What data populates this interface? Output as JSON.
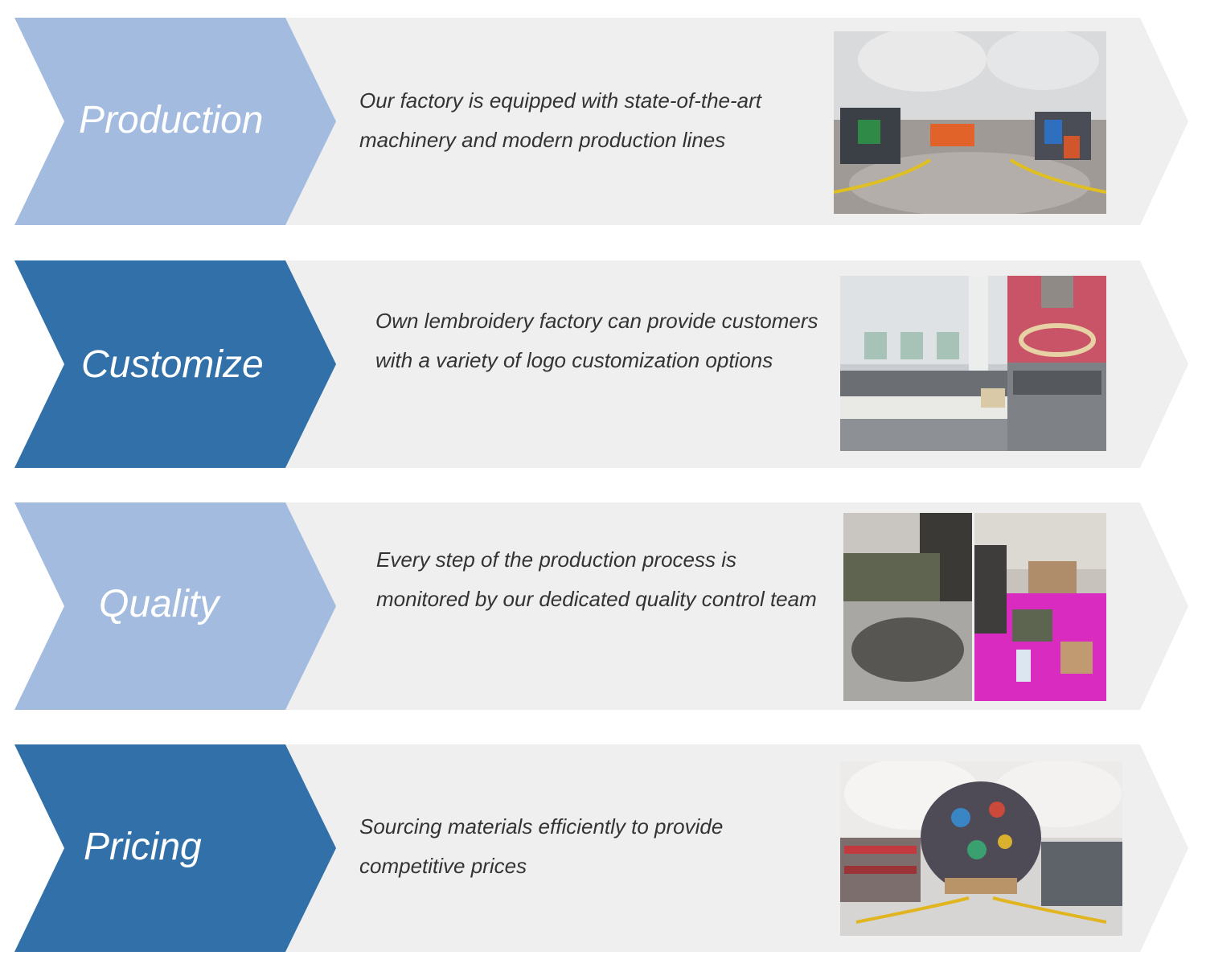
{
  "colors": {
    "chevron_light": "#a3bbdf",
    "chevron_dark": "#3170a8",
    "band": "#efefef",
    "text": "#333333"
  },
  "steps": [
    {
      "label": "Production",
      "description": "Our factory is equipped with state-of-the-art machinery and modern production lines",
      "tone": "light"
    },
    {
      "label": "Customize",
      "description": "Own lembroidery factory can provide customers with a variety of logo customization options",
      "tone": "dark"
    },
    {
      "label": "Quality",
      "description": "Every step of the production process is monitored by our dedicated quality control team",
      "tone": "light"
    },
    {
      "label": "Pricing",
      "description": "Sourcing materials efficiently to provide competitive prices",
      "tone": "dark"
    }
  ]
}
